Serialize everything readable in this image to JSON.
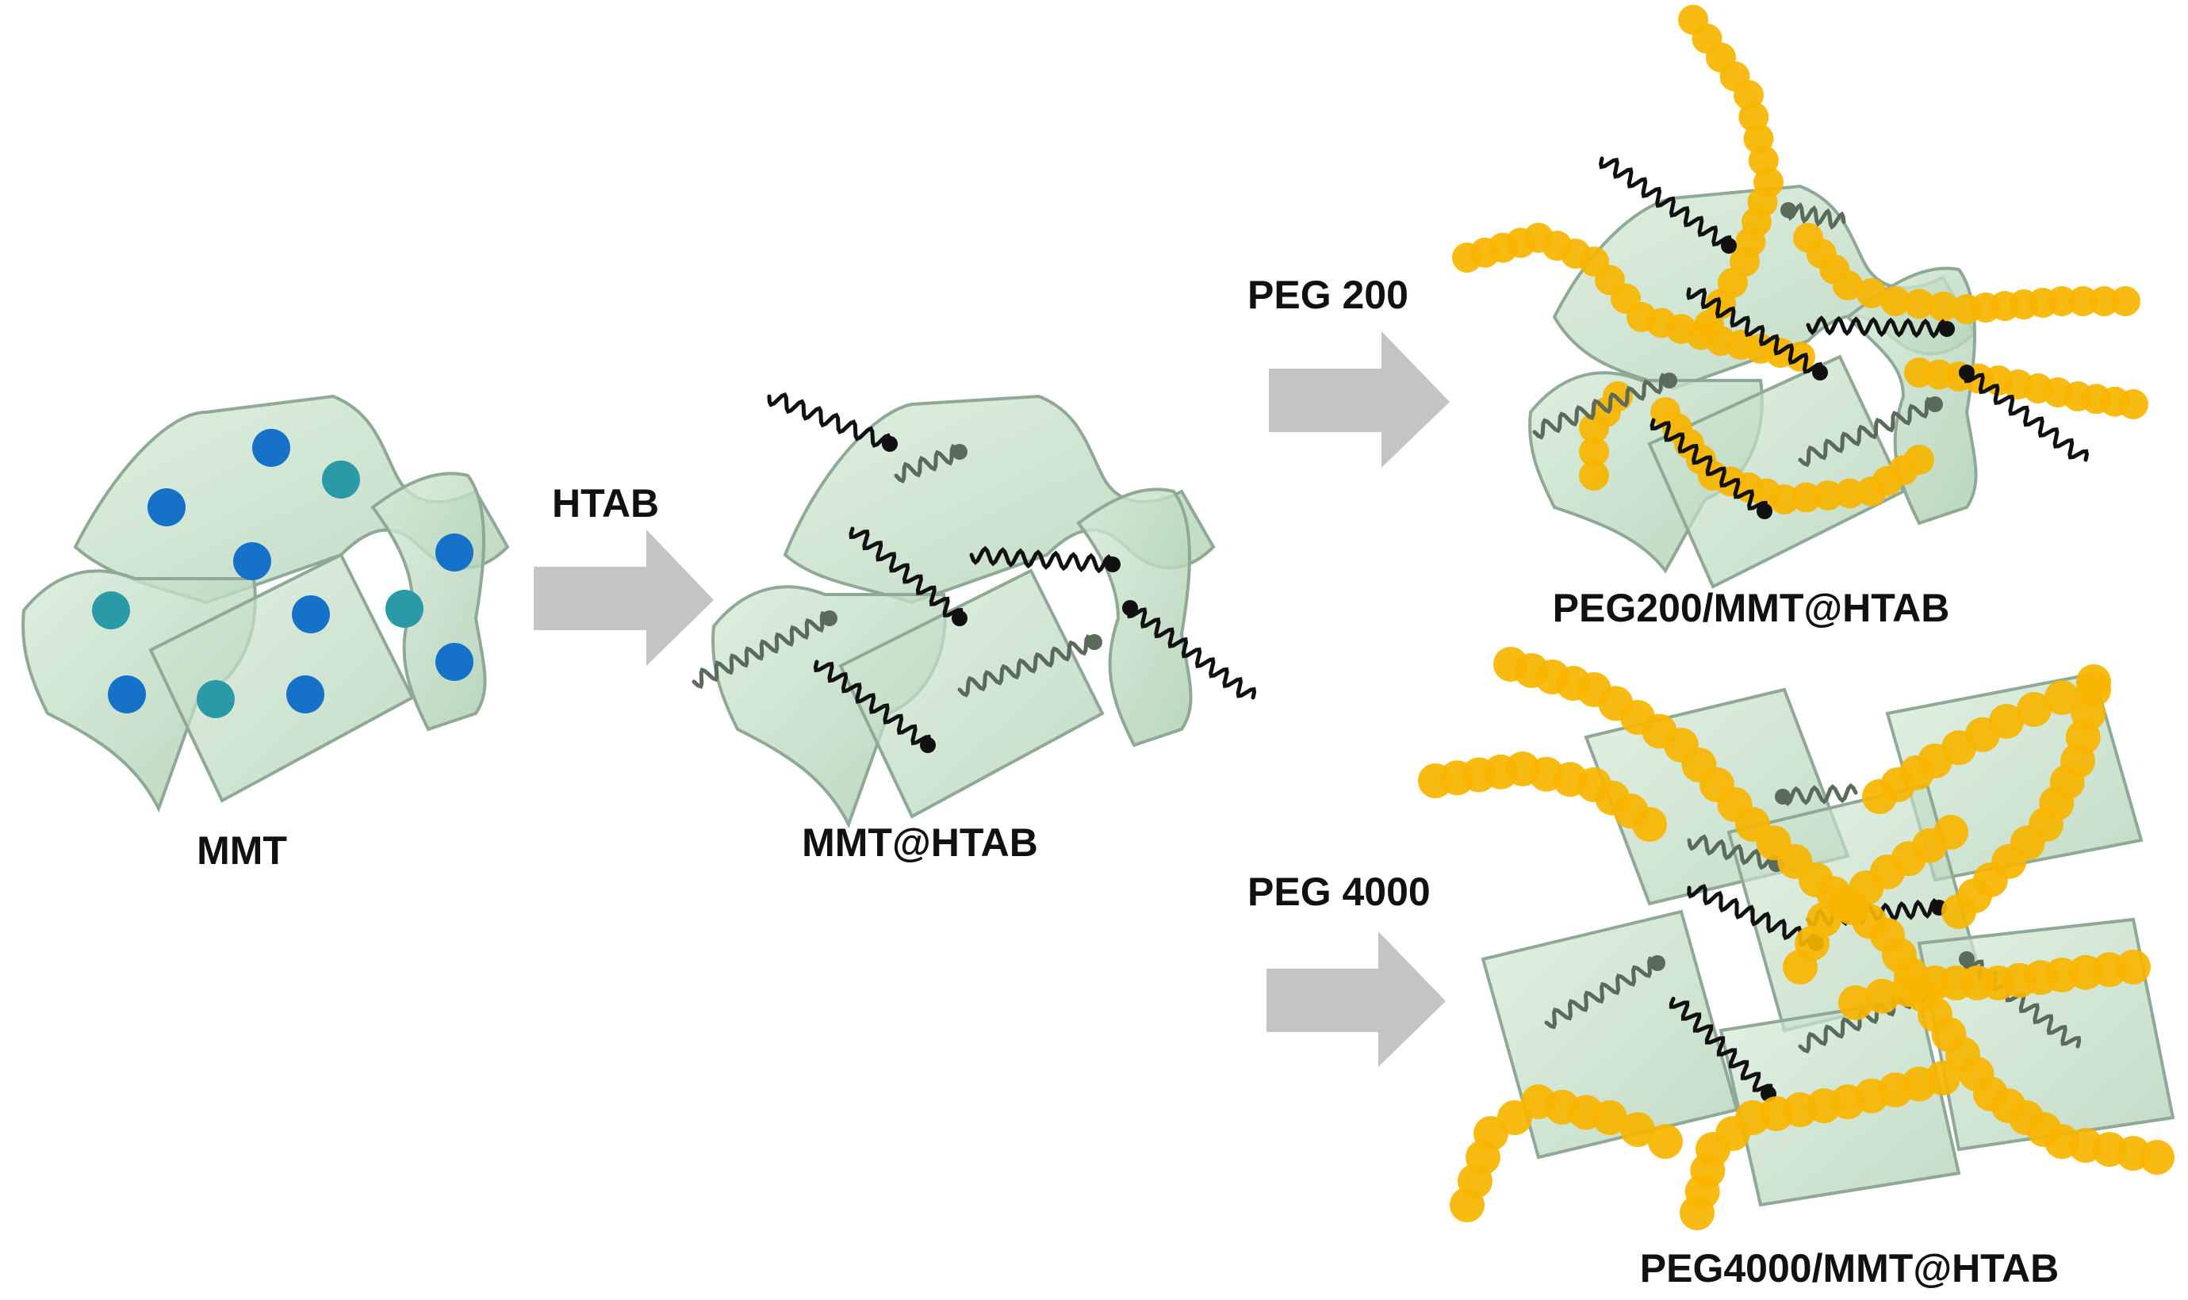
{
  "labels": {
    "mmt": "MMT",
    "mmt_htab": "MMT@HTAB",
    "peg200_product": "PEG200/MMT@HTAB",
    "peg4000_product": "PEG4000/MMT@HTAB"
  },
  "arrows": {
    "htab": "HTAB",
    "peg200": "PEG 200",
    "peg4000": "PEG 4000"
  },
  "colors": {
    "sheet_fill": "#b9d9bd",
    "sheet_edge": "#8fa996",
    "cation_blue": "#1572c8",
    "cation_teal": "#2b9aa8",
    "surfactant_chain": "#111111",
    "surfactant_chain_faded": "#5a6b5c",
    "peg_chain": "#f7b500",
    "arrow": "#c4c4c4"
  },
  "icons": {
    "mmt": "layered-clay-sheets-with-cations",
    "mmt_htab": "clay-sheets-with-surfactant-chains",
    "peg200": "clay-sheets-with-short-peg-chains",
    "peg4000": "exfoliated-clay-sheets-with-long-peg-chains",
    "arrow": "process-arrow"
  }
}
